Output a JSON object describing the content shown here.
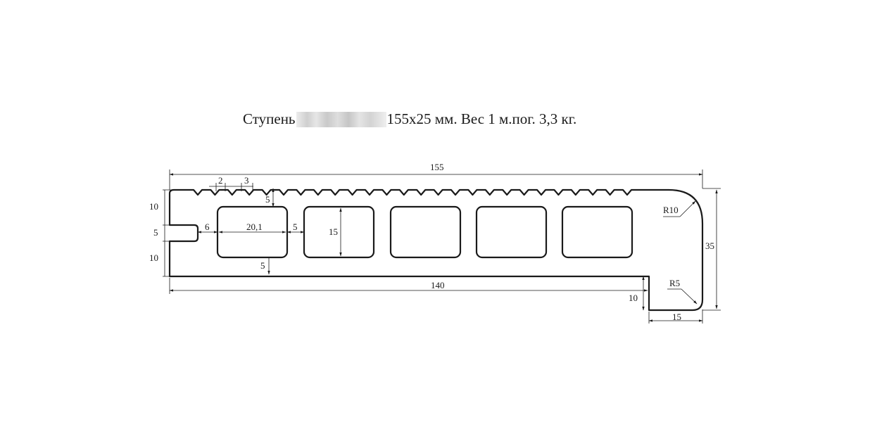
{
  "title": {
    "prefix": "Ступень",
    "suffix": "155х25 мм. Вес 1 м.пог. 3,3 кг."
  },
  "dimensions": {
    "overall_width": "155",
    "groove_width": "2",
    "groove_pitch": "3",
    "groove_depth": "5",
    "top_offset": "10",
    "tongue_height": "5",
    "bottom_offset": "10",
    "tongue_depth": "6",
    "cavity_width": "20,1",
    "wall_between": "5",
    "cavity_height": "15",
    "bottom_wall": "5",
    "top_radius": "R10",
    "total_height": "35",
    "base_length": "140",
    "nose_radius": "R5",
    "nose_drop": "10",
    "nose_width": "15"
  },
  "colors": {
    "line": "#1a1a1a",
    "background": "#ffffff"
  }
}
